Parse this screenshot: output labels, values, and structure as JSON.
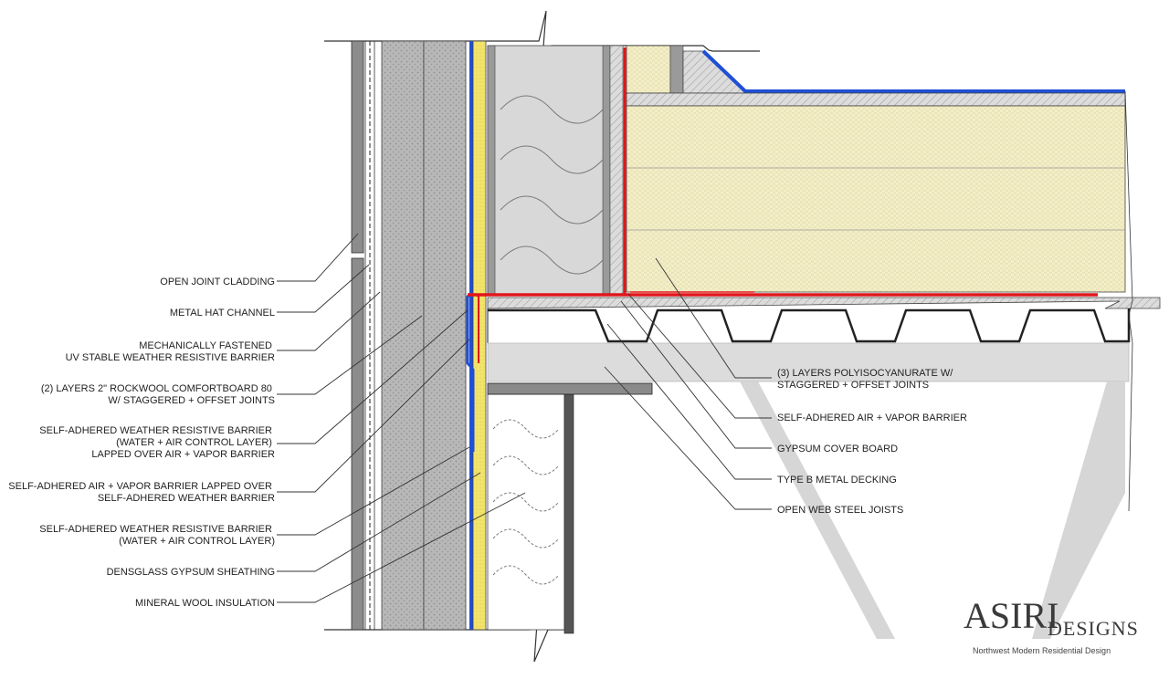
{
  "left_labels": [
    {
      "id": "open-joint-cladding",
      "lines": [
        "OPEN JOINT CLADDING"
      ]
    },
    {
      "id": "metal-hat-channel",
      "lines": [
        "METAL HAT CHANNEL"
      ]
    },
    {
      "id": "mechanically-fastened-wrb",
      "lines": [
        "MECHANICALLY FASTENED",
        "UV STABLE WEATHER RESISTIVE BARRIER"
      ]
    },
    {
      "id": "rockwool-comfortboard",
      "lines": [
        "(2) LAYERS 2\" ROCKWOOL COMFORTBOARD 80",
        "W/ STAGGERED + OFFSET JOINTS"
      ]
    },
    {
      "id": "self-adhered-wrb-lapped",
      "lines": [
        "SELF-ADHERED WEATHER RESISTIVE BARRIER",
        "(WATER + AIR CONTROL LAYER)",
        "LAPPED OVER AIR + VAPOR BARRIER"
      ]
    },
    {
      "id": "air-vapor-barrier-lapped",
      "lines": [
        "SELF-ADHERED AIR + VAPOR BARRIER LAPPED OVER",
        "SELF-ADHERED WEATHER BARRIER"
      ]
    },
    {
      "id": "self-adhered-wrb",
      "lines": [
        "SELF-ADHERED WEATHER RESISTIVE BARRIER",
        "(WATER + AIR CONTROL LAYER)"
      ]
    },
    {
      "id": "densglass-sheathing",
      "lines": [
        "DENSGLASS GYPSUM SHEATHING"
      ]
    },
    {
      "id": "mineral-wool-insulation",
      "lines": [
        "MINERAL WOOL INSULATION"
      ]
    }
  ],
  "right_labels": [
    {
      "id": "polyisocyanurate",
      "lines": [
        "(3)  LAYERS POLYISOCYANURATE W/",
        "STAGGERED + OFFSET JOINTS"
      ]
    },
    {
      "id": "air-vapor-barrier",
      "lines": [
        "SELF-ADHERED AIR + VAPOR BARRIER"
      ]
    },
    {
      "id": "gypsum-cover-board",
      "lines": [
        "GYPSUM COVER BOARD"
      ]
    },
    {
      "id": "metal-decking",
      "lines": [
        "TYPE B METAL DECKING"
      ]
    },
    {
      "id": "steel-joists",
      "lines": [
        "OPEN WEB STEEL JOISTS"
      ]
    }
  ],
  "logo": {
    "main": "ASIRI",
    "sub": "DESIGNS",
    "tagline": "Northwest  Modern  Residential  Design"
  },
  "colors": {
    "water_barrier": "#1f4fd6",
    "vapor_barrier": "#e0161b",
    "sheathing": "#f2e46a",
    "polyiso": "#f3eec4",
    "rockwool": "#b9b9b9",
    "steel": "#555555"
  }
}
